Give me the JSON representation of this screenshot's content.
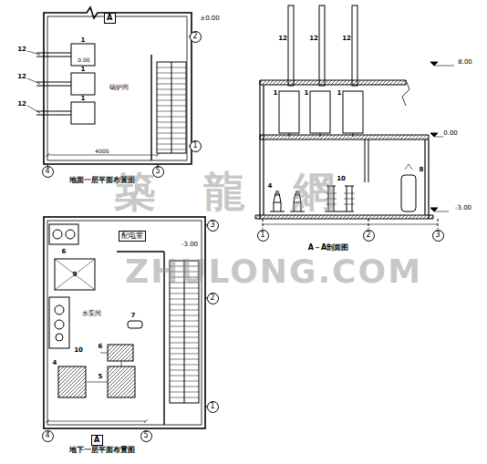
{
  "diagram": {
    "title": "A－A剖面图",
    "nodes": [
      {
        "text": [
          "A"
        ]
      },
      {
        "text": [
          "2"
        ]
      },
      {
        "text": [
          "1"
        ]
      },
      {
        "text": [
          "4"
        ]
      },
      {
        "text": [
          "5"
        ]
      },
      {
        "text": [
          "1"
        ]
      },
      {
        "text": [
          "2"
        ]
      },
      {
        "text": [
          "3"
        ]
      },
      {
        "text": [
          "3"
        ]
      },
      {
        "text": [
          "2"
        ]
      },
      {
        "text": [
          "1"
        ]
      },
      {
        "text": [
          "4"
        ]
      },
      {
        "text": [
          "5"
        ]
      },
      {
        "text": [
          "A"
        ]
      },
      {
        "text": [
          "配电室"
        ]
      }
    ],
    "labels": [
      "±0.00",
      "1",
      "1",
      "1",
      "12",
      "12",
      "12",
      "0.00",
      "锅炉间",
      "4000",
      "地面一层平面布置图",
      "12",
      "12",
      "12",
      "1",
      "1",
      "1",
      "8.00",
      "0.00",
      "-3.00",
      "4",
      "10",
      "8",
      "6",
      "-3.00",
      "9",
      "水泵间",
      "7",
      "10",
      "6",
      "5",
      "4",
      "地下一层平面布置图",
      "築 龍 網",
      "ZHULONG.COM"
    ]
  }
}
